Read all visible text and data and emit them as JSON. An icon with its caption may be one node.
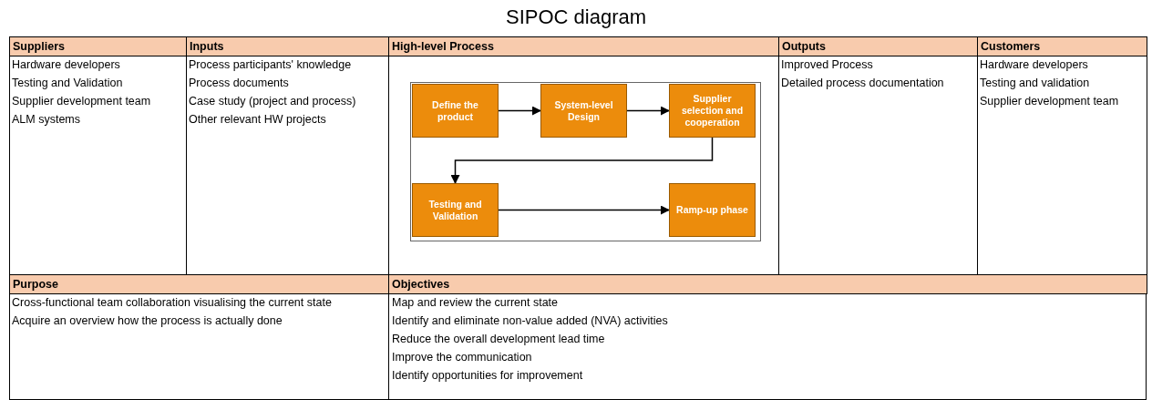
{
  "diagram": {
    "title": "SIPOC diagram",
    "nodes": [
      {
        "text": [
          "Define the product"
        ]
      },
      {
        "text": [
          "System-level Design"
        ]
      },
      {
        "text": [
          "Supplier selection and cooperation"
        ]
      },
      {
        "text": [
          "Testing and Validation"
        ]
      },
      {
        "text": [
          "Ramp-up phase"
        ]
      }
    ],
    "edges": [
      {
        "from": 0,
        "to": 1,
        "arrow": "to"
      },
      {
        "from": 1,
        "to": 2,
        "arrow": "to"
      },
      {
        "from": 2,
        "to": 3,
        "arrow": "to"
      },
      {
        "from": 3,
        "to": 4,
        "arrow": "to"
      }
    ],
    "labels": [
      "Suppliers",
      "Inputs",
      "High-level Process",
      "Outputs",
      "Customers",
      "Hardware developers",
      "Testing and Validation",
      "Supplier development team",
      "ALM systems",
      "Process participants' knowledge",
      "Process documents",
      "Case study (project and process)",
      "Other relevant HW projects",
      "Improved Process",
      "Detailed process documentation",
      "Hardware developers",
      "Testing and validation",
      "Supplier development team",
      "Purpose",
      "Objectives",
      "Cross-functional team collaboration visualising the current state",
      "Acquire an overview how the process is actually done",
      "Map and review the current state",
      "Identify and eliminate non-value added (NVA) activities",
      "Reduce the overall development lead time",
      "Improve the communication",
      "Identify opportunities for improvement"
    ]
  }
}
